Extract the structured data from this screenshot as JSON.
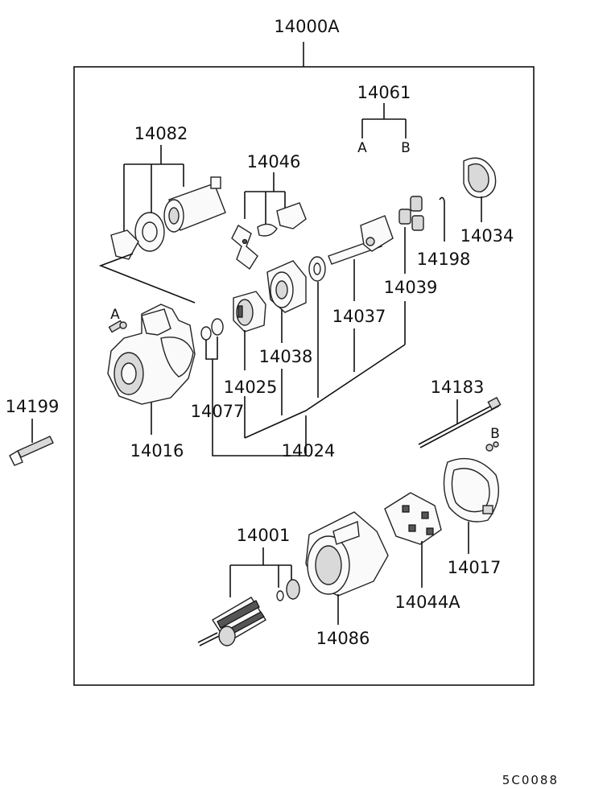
{
  "assembly_label": "14000A",
  "parts": {
    "p14061": "14061",
    "p14061_a": "A",
    "p14061_b": "B",
    "p14082": "14082",
    "p14046": "14046",
    "p14034": "14034",
    "p14198": "14198",
    "p14039": "14039",
    "p14037": "14037",
    "p14038": "14038",
    "p14025": "14025",
    "p14077": "14077",
    "p14016": "14016",
    "p14024": "14024",
    "p14199": "14199",
    "p14183": "14183",
    "p14017": "14017",
    "p14001": "14001",
    "p14086": "14086",
    "p14044a": "14044A",
    "bolt_a": "A",
    "bolt_b": "B"
  },
  "figure_code": "5C0088"
}
